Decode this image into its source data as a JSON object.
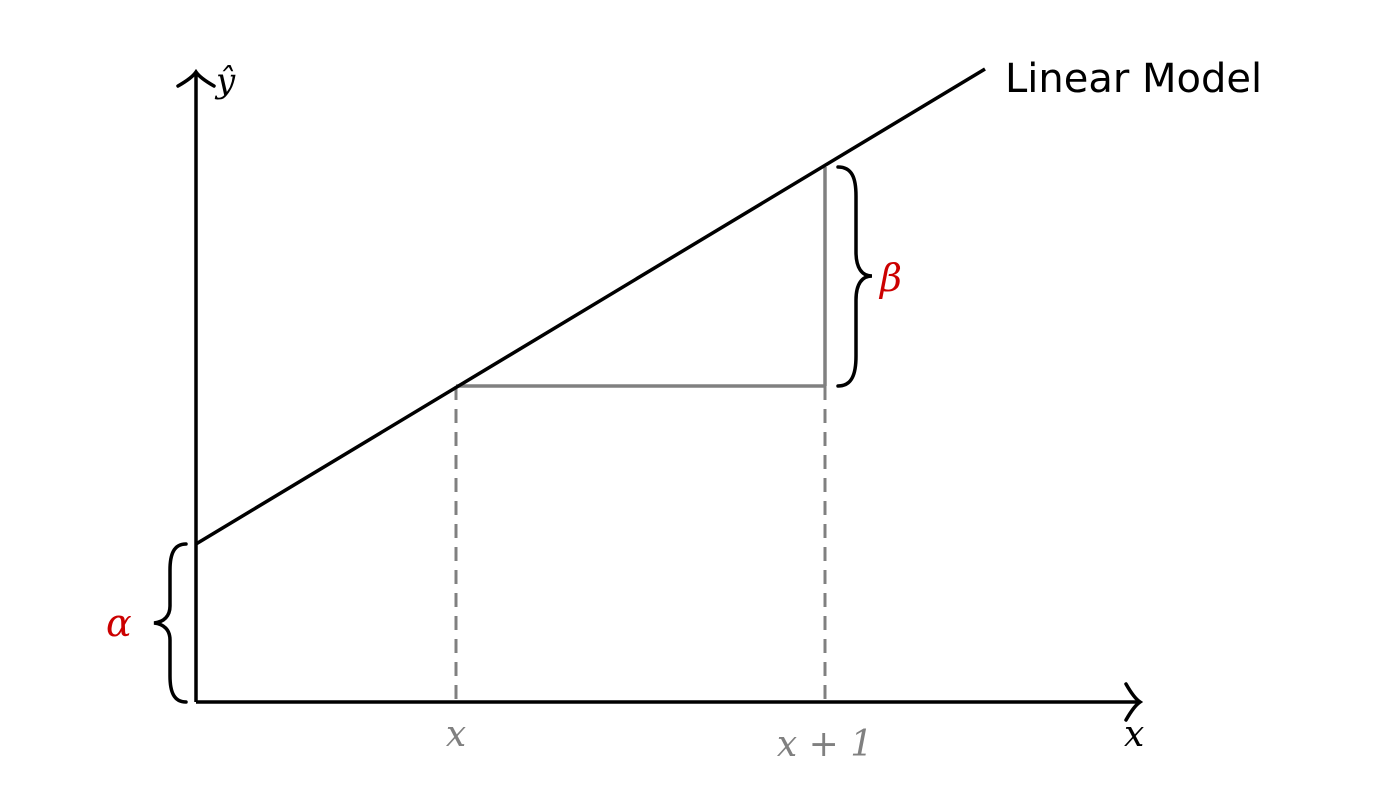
{
  "model_label": "Linear Model",
  "axes": {
    "x_label": "x",
    "y_label": "ŷ"
  },
  "ticks": {
    "x_tick": "x",
    "x_plus_one_tick": "x + 1"
  },
  "parameters": {
    "intercept": "α",
    "slope": "β"
  },
  "colors": {
    "axis": "#000000",
    "model_line": "#000000",
    "helper": "#808080",
    "parameter": "#cc0000"
  }
}
